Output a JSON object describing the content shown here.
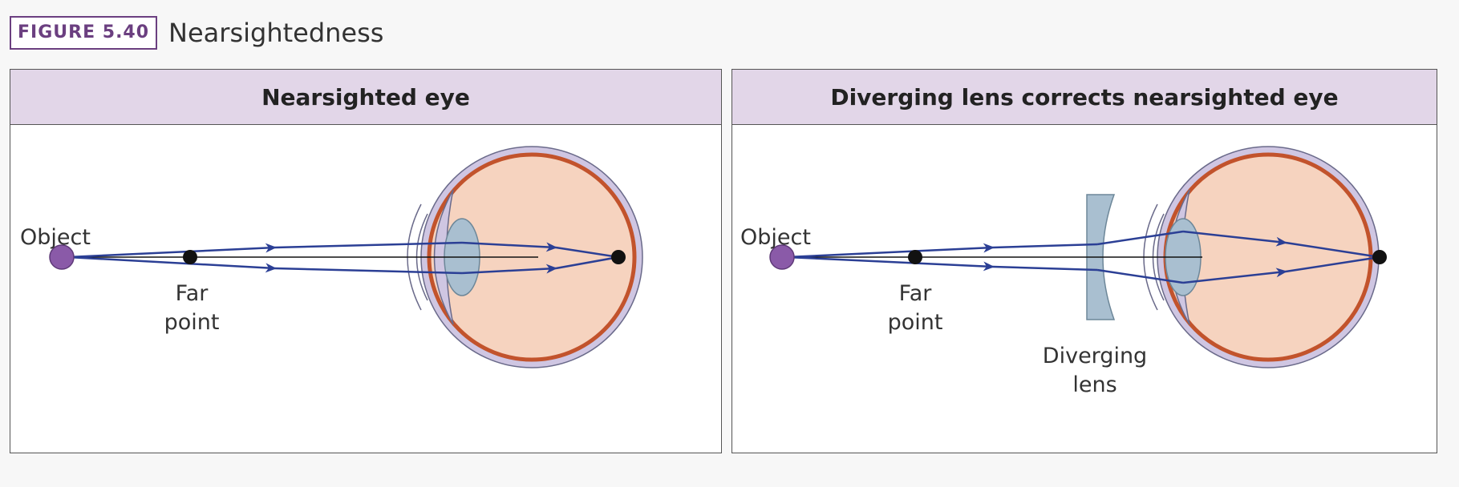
{
  "figure": {
    "label": "FIGURE 5.40",
    "title": "Nearsightedness"
  },
  "panels": [
    {
      "title": "Nearsighted eye",
      "labels": {
        "object": "Object",
        "far_point_line1": "Far",
        "far_point_line2": "point"
      }
    },
    {
      "title": "Diverging lens corrects nearsighted eye",
      "labels": {
        "object": "Object",
        "far_point_line1": "Far",
        "far_point_line2": "point",
        "lens_line1": "Diverging",
        "lens_line2": "lens"
      }
    }
  ],
  "colors": {
    "ray": "#2b3f95",
    "object": "#8a5aa8",
    "eye_fill": "#f6d3bf",
    "retina": "#c2532c",
    "sclera": "#cfc6e2",
    "lens": "#a9bfd0",
    "header_bg": "#e2d6e8",
    "figure_label": "#6b3f80"
  }
}
